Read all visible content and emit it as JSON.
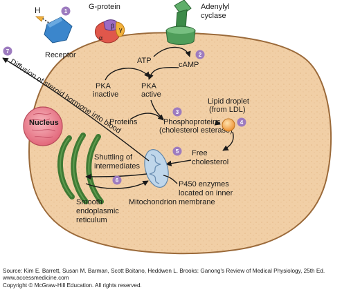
{
  "labels": {
    "g_protein": "G-protein",
    "adenylyl_cyclase_line1": "Adenylyl",
    "adenylyl_cyclase_line2": "cyclase",
    "receptor": "Receptor",
    "hormone": "H",
    "beta": "β",
    "gamma": "γ",
    "alpha": "α",
    "atp": "ATP",
    "camp": "cAMP",
    "pka_inactive_line1": "PKA",
    "pka_inactive_line2": "inactive",
    "pka_active_line1": "PKA",
    "pka_active_line2": "active",
    "proteins": "Proteins",
    "phosphoproteins_line1": "Phosphoproteins",
    "phosphoproteins_line2": "(cholesterol esterase)",
    "lipid_droplet_line1": "Lipid droplet",
    "lipid_droplet_line2": "(from LDL)",
    "free_cholesterol_line1": "Free",
    "free_cholesterol_line2": "cholesterol",
    "nucleus": "Nucleus",
    "shuttling_line1": "Shuttling of",
    "shuttling_line2": "intermediates",
    "mitochondrion": "Mitochondrion",
    "p450_line1": "P450 enzymes",
    "p450_line2": "located on inner",
    "p450_line3": "membrane",
    "ser_line1": "Smooth",
    "ser_line2": "endoplasmic",
    "ser_line3": "reticulum",
    "diffusion": "Diffusion of steroid hormone into blood"
  },
  "steps": [
    "1",
    "2",
    "3",
    "4",
    "5",
    "6",
    "7"
  ],
  "source": {
    "line1": "Source: Kim E. Barrett, Susan M. Barman, Scott Boitano, Heddwen L. Brooks: Ganong's Review of Medical Physiology, 25th Ed.",
    "line2": "www.accessmedicine.com",
    "line3": "Copyright © McGraw-Hill Education.  All rights reserved."
  },
  "colors": {
    "cell_fill": "#f1cfa6",
    "cell_border": "#9b6a3a",
    "step_badge": "#9d7bbf",
    "receptor": "#3b86cc",
    "adenylyl_cyclase": "#3c8a48",
    "er": "#3f7a34",
    "nucleus": "#e06d7d",
    "mitochondrion": "#bfd6ea",
    "lipid_droplet": "#f3a84a"
  }
}
